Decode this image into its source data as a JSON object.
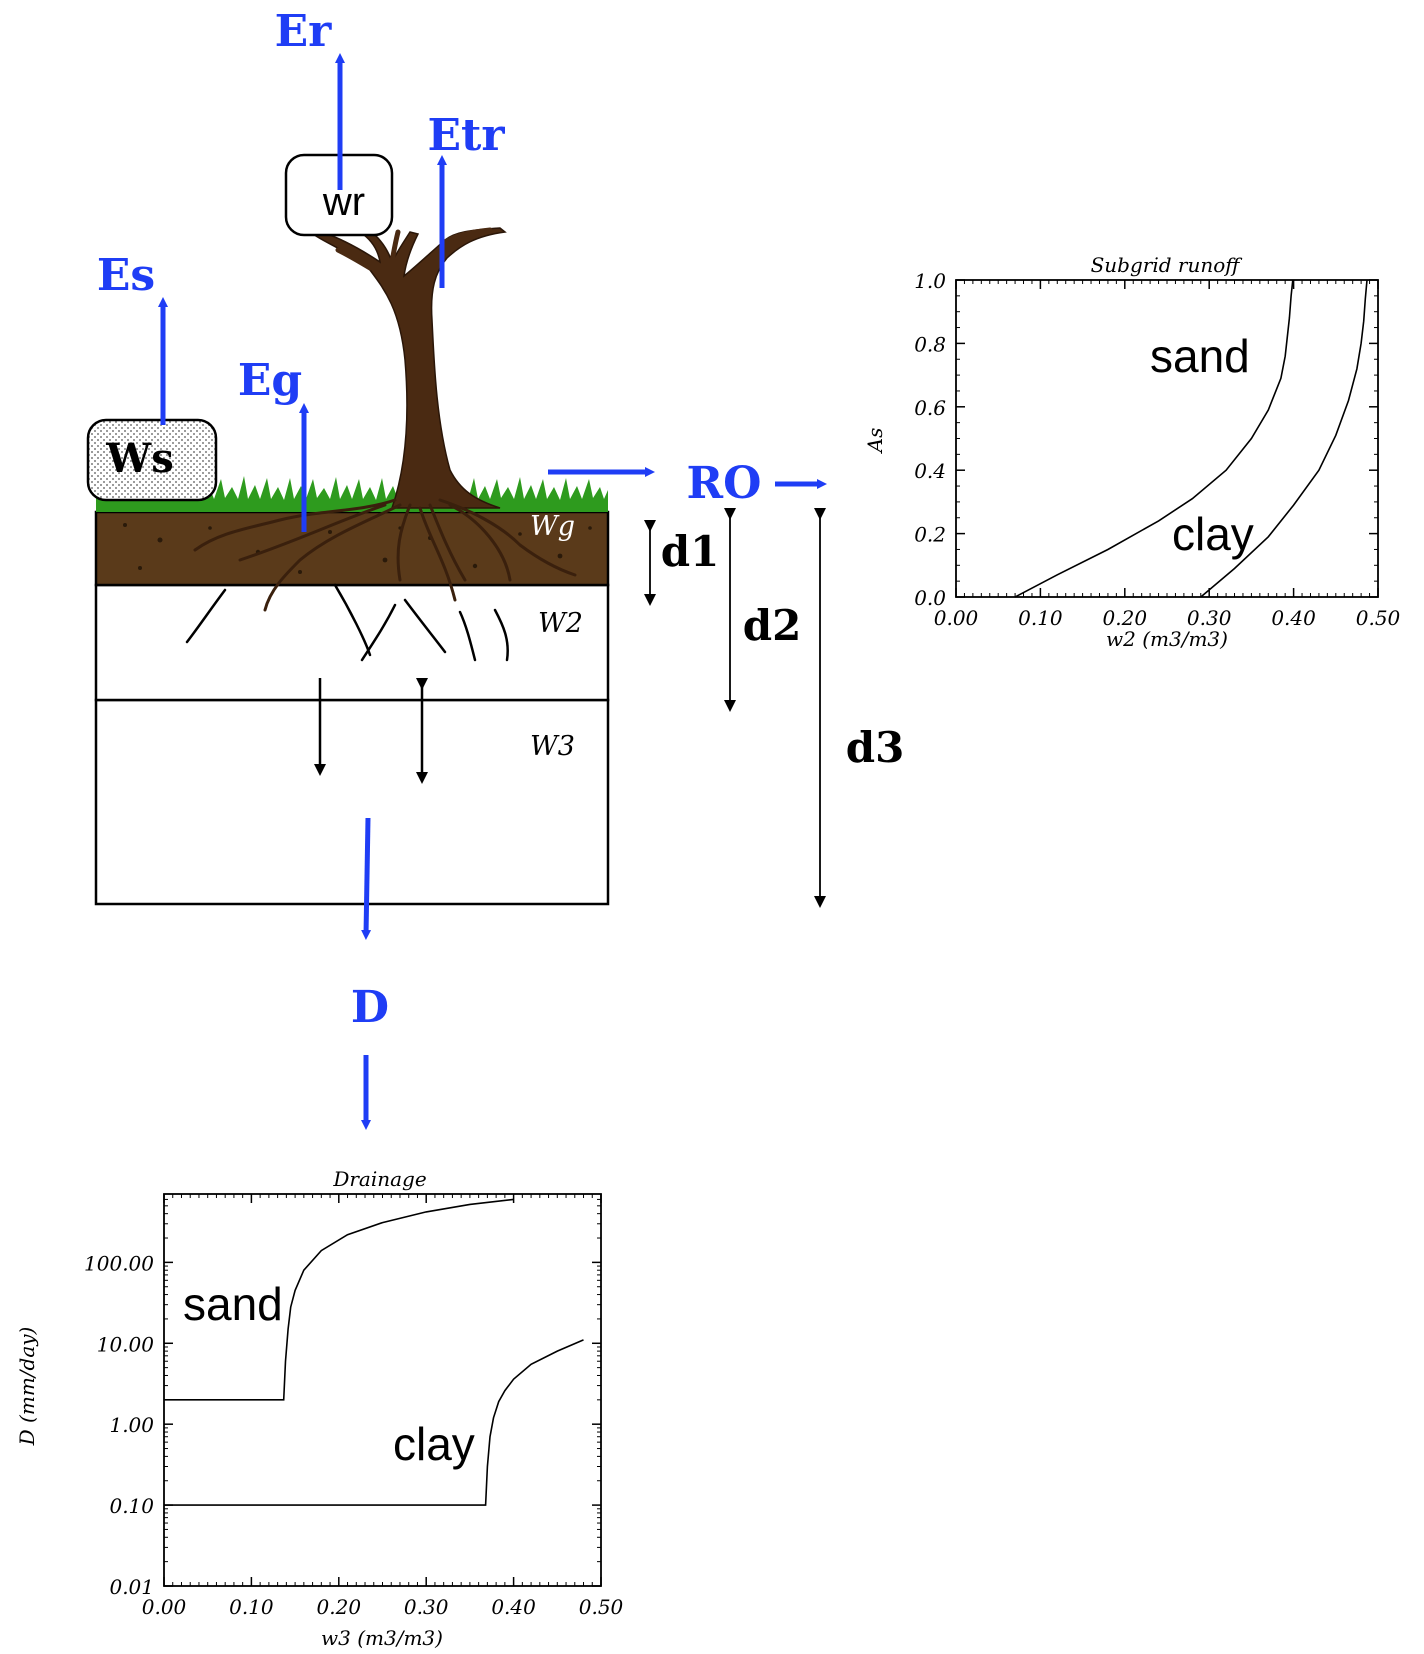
{
  "labels": {
    "er": "Er",
    "etr": "Etr",
    "es": "Es",
    "eg": "Eg",
    "ro": "RO",
    "d": "D",
    "ws": "Ws",
    "wr": "wr",
    "wg": "Wg",
    "w2": "W2",
    "w3": "W3",
    "d1": "d1",
    "d2": "d2",
    "d3": "d3"
  },
  "colors": {
    "flux": "#1f3df5",
    "soil_top": "#5a3a1a",
    "grass": "#2e9b1e",
    "trunk": "#4a2a12"
  },
  "chart_data": [
    {
      "type": "line",
      "title": "Subgrid runoff",
      "xlabel": "w2 (m3/m3)",
      "ylabel": "As",
      "xlim": [
        0.0,
        0.5
      ],
      "ylim": [
        0.0,
        1.0
      ],
      "xticks": [
        "0.00",
        "0.10",
        "0.20",
        "0.30",
        "0.40",
        "0.50"
      ],
      "yticks": [
        "0.0",
        "0.2",
        "0.4",
        "0.6",
        "0.8",
        "1.0"
      ],
      "annotations": [
        "sand",
        "clay"
      ],
      "series": [
        {
          "x": [
            0.07,
            0.12,
            0.18,
            0.24,
            0.28,
            0.32,
            0.35,
            0.37,
            0.385,
            0.39,
            0.395,
            0.397,
            0.399
          ],
          "y": [
            0.0,
            0.07,
            0.15,
            0.24,
            0.31,
            0.4,
            0.5,
            0.59,
            0.69,
            0.76,
            0.88,
            0.95,
            1.0
          ]
        },
        {
          "x": [
            0.29,
            0.33,
            0.37,
            0.4,
            0.43,
            0.45,
            0.465,
            0.475,
            0.48,
            0.483,
            0.485,
            0.487
          ],
          "y": [
            0.0,
            0.09,
            0.19,
            0.29,
            0.4,
            0.51,
            0.62,
            0.72,
            0.8,
            0.87,
            0.94,
            1.0
          ]
        }
      ]
    },
    {
      "type": "line",
      "title": "Drainage",
      "xlabel": "w3 (m3/m3)",
      "ylabel": "D (mm/day)",
      "log_y": true,
      "xlim": [
        0.0,
        0.5
      ],
      "ylim": [
        0.01,
        700
      ],
      "xticks": [
        "0.00",
        "0.10",
        "0.20",
        "0.30",
        "0.40",
        "0.50"
      ],
      "yticks": [
        "0.01",
        "0.10",
        "1.00",
        "10.00",
        "100.00"
      ],
      "annotations": [
        "sand",
        "clay"
      ],
      "series": [
        {
          "x": [
            0.0,
            0.137,
            0.139,
            0.142,
            0.145,
            0.15,
            0.16,
            0.18,
            0.21,
            0.25,
            0.3,
            0.35,
            0.4
          ],
          "y": [
            2.0,
            2.0,
            6.0,
            15,
            28,
            45,
            80,
            140,
            220,
            310,
            420,
            520,
            600
          ]
        },
        {
          "x": [
            0.0,
            0.368,
            0.37,
            0.373,
            0.377,
            0.383,
            0.39,
            0.4,
            0.42,
            0.45,
            0.48
          ],
          "y": [
            0.1,
            0.1,
            0.3,
            0.7,
            1.2,
            1.9,
            2.6,
            3.6,
            5.5,
            8.0,
            11.0
          ]
        }
      ]
    }
  ]
}
